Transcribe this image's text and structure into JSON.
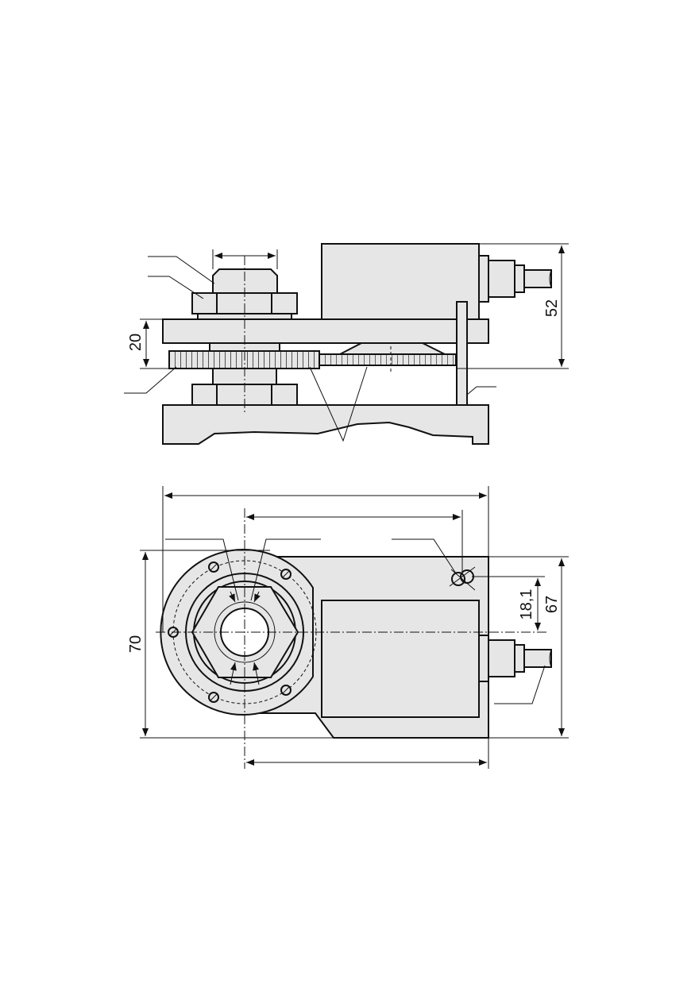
{
  "drawing": {
    "side_view": {
      "dim_height_total": "52",
      "dim_gear_height": "20"
    },
    "plan_view": {
      "dim_height": "70",
      "dim_body_height": "67",
      "dim_hole_offset": "18,1"
    }
  }
}
